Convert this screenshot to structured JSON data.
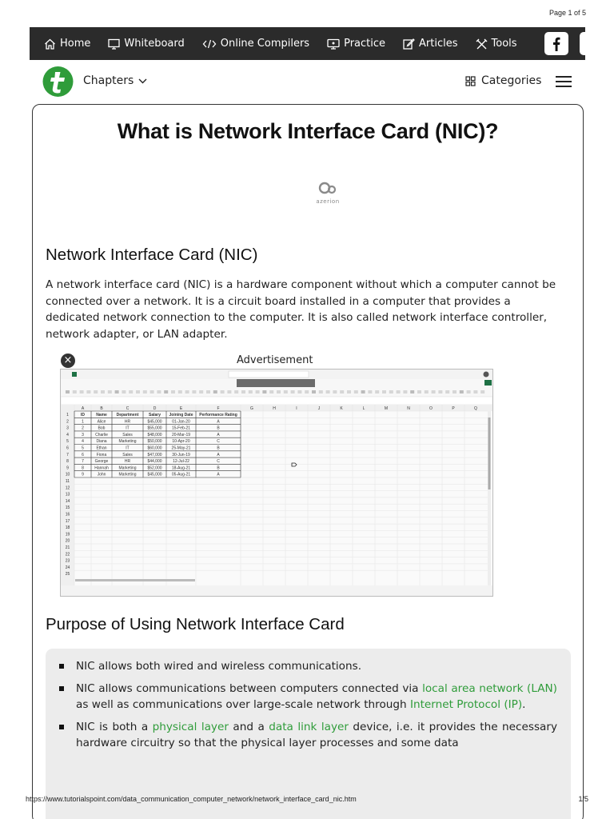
{
  "page_indicator": "Page 1 of 5",
  "nav": {
    "items": [
      {
        "label": "Home",
        "icon": "home-icon"
      },
      {
        "label": "Whiteboard",
        "icon": "whiteboard-icon"
      },
      {
        "label": "Online Compilers",
        "icon": "code-icon"
      },
      {
        "label": "Practice",
        "icon": "monitor-icon"
      },
      {
        "label": "Articles",
        "icon": "edit-icon"
      },
      {
        "label": "Tools",
        "icon": "tools-icon"
      }
    ],
    "social": [
      "facebook-icon",
      "twitter-icon"
    ]
  },
  "header": {
    "chapters_label": "Chapters",
    "categories_label": "Categories"
  },
  "article": {
    "title": "What is Network Interface Card (NIC)?",
    "sponsor_logo_text": "azerion",
    "section1_heading": "Network Interface Card (NIC)",
    "section1_text": "A network interface card (NIC) is a hardware component without which a computer cannot be connected over a network. It is a circuit board installed in a computer that provides a dedicated network connection to the computer. It is also called network interface controller, network adapter, or LAN adapter.",
    "ad_label": "Advertisement",
    "ad_close": "×",
    "section2_heading": "Purpose of Using Network Interface Card",
    "bullets": {
      "b1": "NIC allows both wired and wireless communications.",
      "b2_a": "NIC allows communications between computers connected via ",
      "b2_link1": "local area network (LAN)",
      "b2_b": " as well as communications over large-scale network through ",
      "b2_link2": "Internet Protocol (IP)",
      "b2_c": ".",
      "b3_a": "NIC is both a ",
      "b3_link1": "physical layer",
      "b3_b": " and a ",
      "b3_link2": "data link layer",
      "b3_c": " device, i.e. it provides the necessary hardware circuitry so that the physical layer processes and some data"
    }
  },
  "spreadsheet": {
    "headers": [
      "ID",
      "Name",
      "Department",
      "Salary",
      "Joining Date",
      "Performance Rating"
    ],
    "rows": [
      [
        "1",
        "Alice",
        "HR",
        "$45,000",
        "01-Jan-20",
        "A"
      ],
      [
        "2",
        "Bob",
        "IT",
        "$55,000",
        "15-Feb-21",
        "B"
      ],
      [
        "3",
        "Charlie",
        "Sales",
        "$48,000",
        "20-Mar-19",
        "A"
      ],
      [
        "4",
        "Diana",
        "Marketing",
        "$50,000",
        "10-Apr-20",
        "C"
      ],
      [
        "5",
        "Ethan",
        "IT",
        "$60,000",
        "25-May-21",
        "B"
      ],
      [
        "6",
        "Fiona",
        "Sales",
        "$47,000",
        "30-Jun-19",
        "A"
      ],
      [
        "7",
        "George",
        "HR",
        "$44,000",
        "12-Jul-22",
        "C"
      ],
      [
        "8",
        "Hannah",
        "Marketing",
        "$52,000",
        "18-Aug-21",
        "B"
      ],
      [
        "9",
        "John",
        "Marketing",
        "$45,000",
        "05-Aug-21",
        "A"
      ]
    ]
  },
  "footer": {
    "url": "https://www.tutorialspoint.com/data_communication_computer_network/network_interface_card_nic.htm",
    "page": "1/5"
  },
  "colors": {
    "nav_bg": "#2b2b2b",
    "link": "#2f9c3a",
    "logo_green": "#2f9c3a",
    "box_bg": "#ececec"
  }
}
